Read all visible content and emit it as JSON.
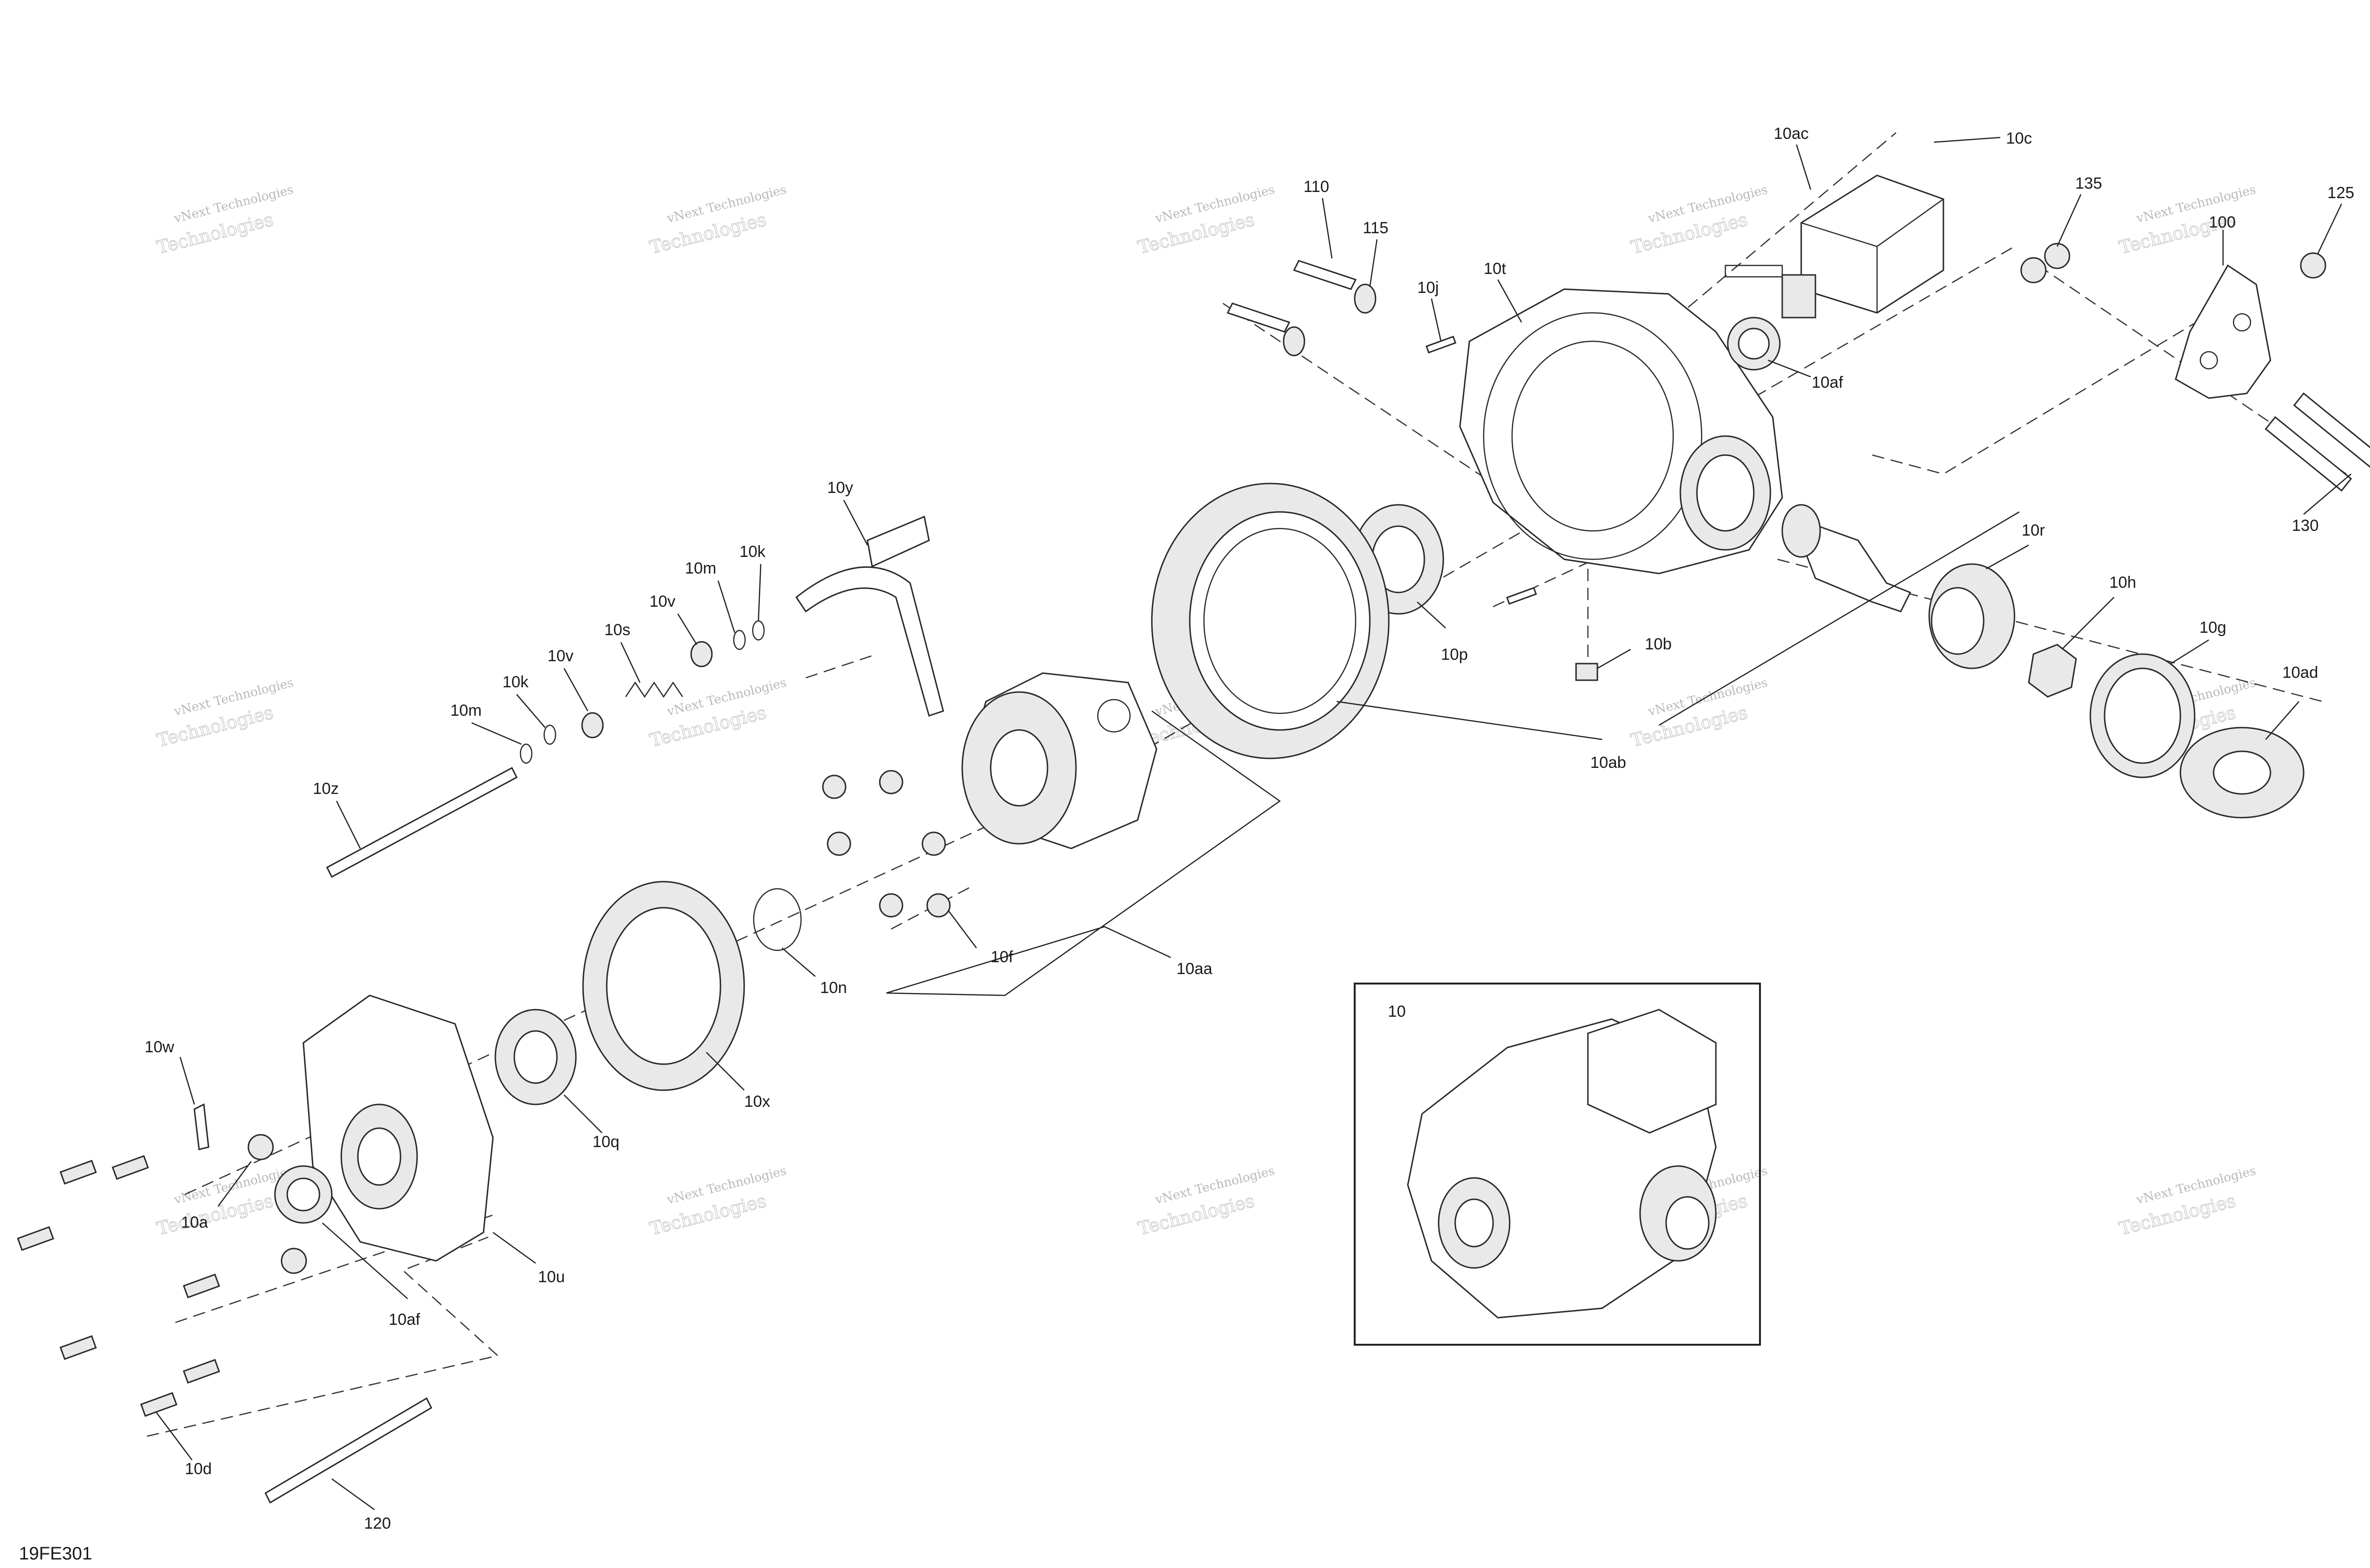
{
  "figure_code": "19FE301",
  "watermark": {
    "line1": "vNext Technologies",
    "line2": "Technologies"
  },
  "inset": {
    "label": "10"
  },
  "callouts": [
    "110",
    "115",
    "10j",
    "10t",
    "10ac",
    "10c",
    "135",
    "100",
    "125",
    "10af",
    "130",
    "10y",
    "10k",
    "10m",
    "10v",
    "10s",
    "10v",
    "10k",
    "10m",
    "10p",
    "10b",
    "10r",
    "10h",
    "10g",
    "10ad",
    "10ab",
    "10z",
    "10f",
    "10aa",
    "10n",
    "10x",
    "10q",
    "10w",
    "10a",
    "10af",
    "10u",
    "10d",
    "120"
  ]
}
